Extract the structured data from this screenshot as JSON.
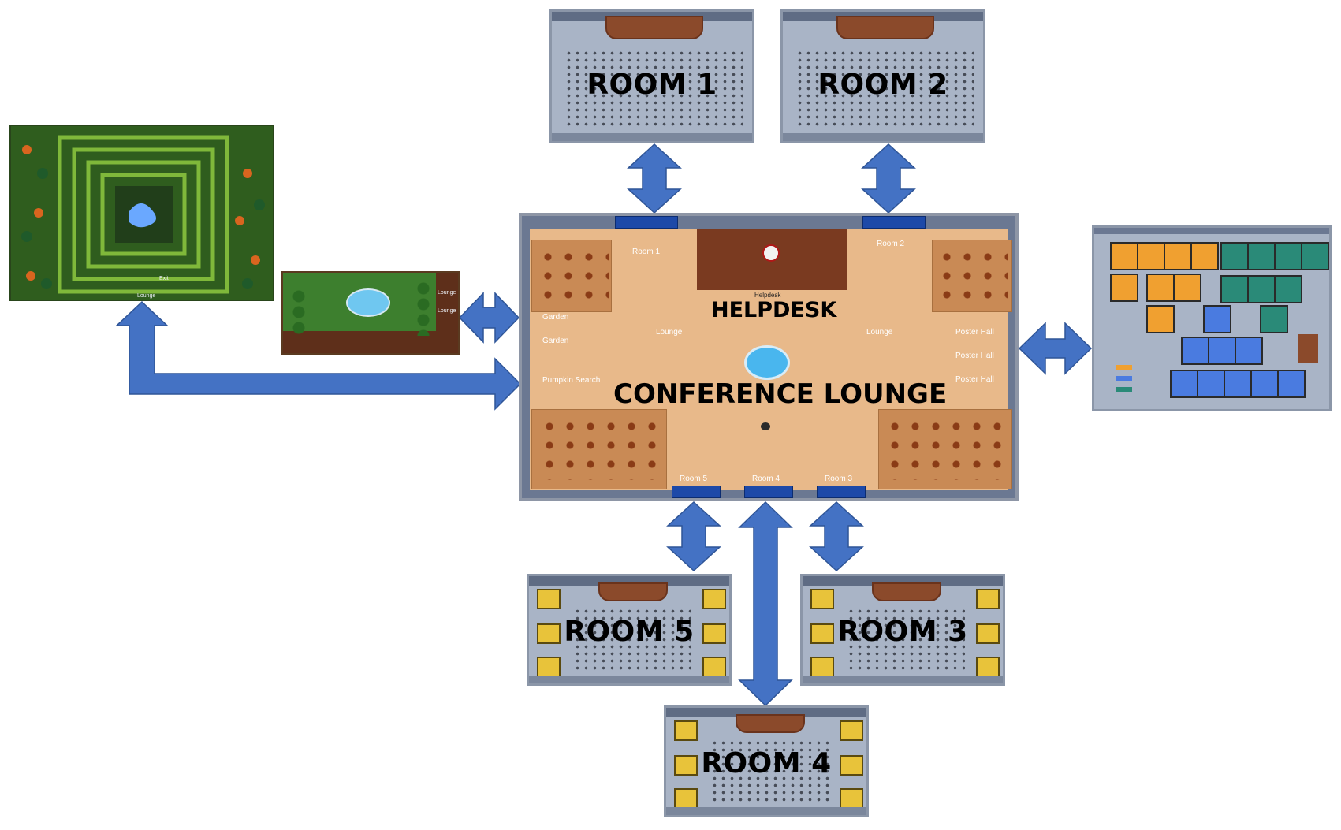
{
  "labels": {
    "room1": "ROOM 1",
    "room2": "ROOM 2",
    "room3": "ROOM 3",
    "room4": "ROOM 4",
    "room5": "ROOM 5",
    "helpdesk": "HELPDESK",
    "lounge": "CONFERENCE LOUNGE"
  },
  "lounge_map": {
    "room1": "Room 1",
    "room2": "Room 2",
    "room3": "Room 3",
    "room4": "Room 4",
    "room5": "Room 5",
    "helpdesk": "Helpdesk",
    "lounge_left": "Lounge",
    "lounge_right": "Lounge",
    "garden1": "Garden",
    "garden2": "Garden",
    "pumpkin": "Pumpkin Search",
    "poster1": "Poster Hall",
    "poster2": "Poster Hall",
    "poster3": "Poster Hall"
  },
  "small_labels": {
    "lounge": "Lounge",
    "exit": "Exit"
  },
  "colors": {
    "arrow": "#4472c4",
    "arrow_stroke": "#2f5597",
    "orange_block": "#f0a030",
    "teal_block": "#2a8a78",
    "blue_block": "#4a7be0"
  }
}
